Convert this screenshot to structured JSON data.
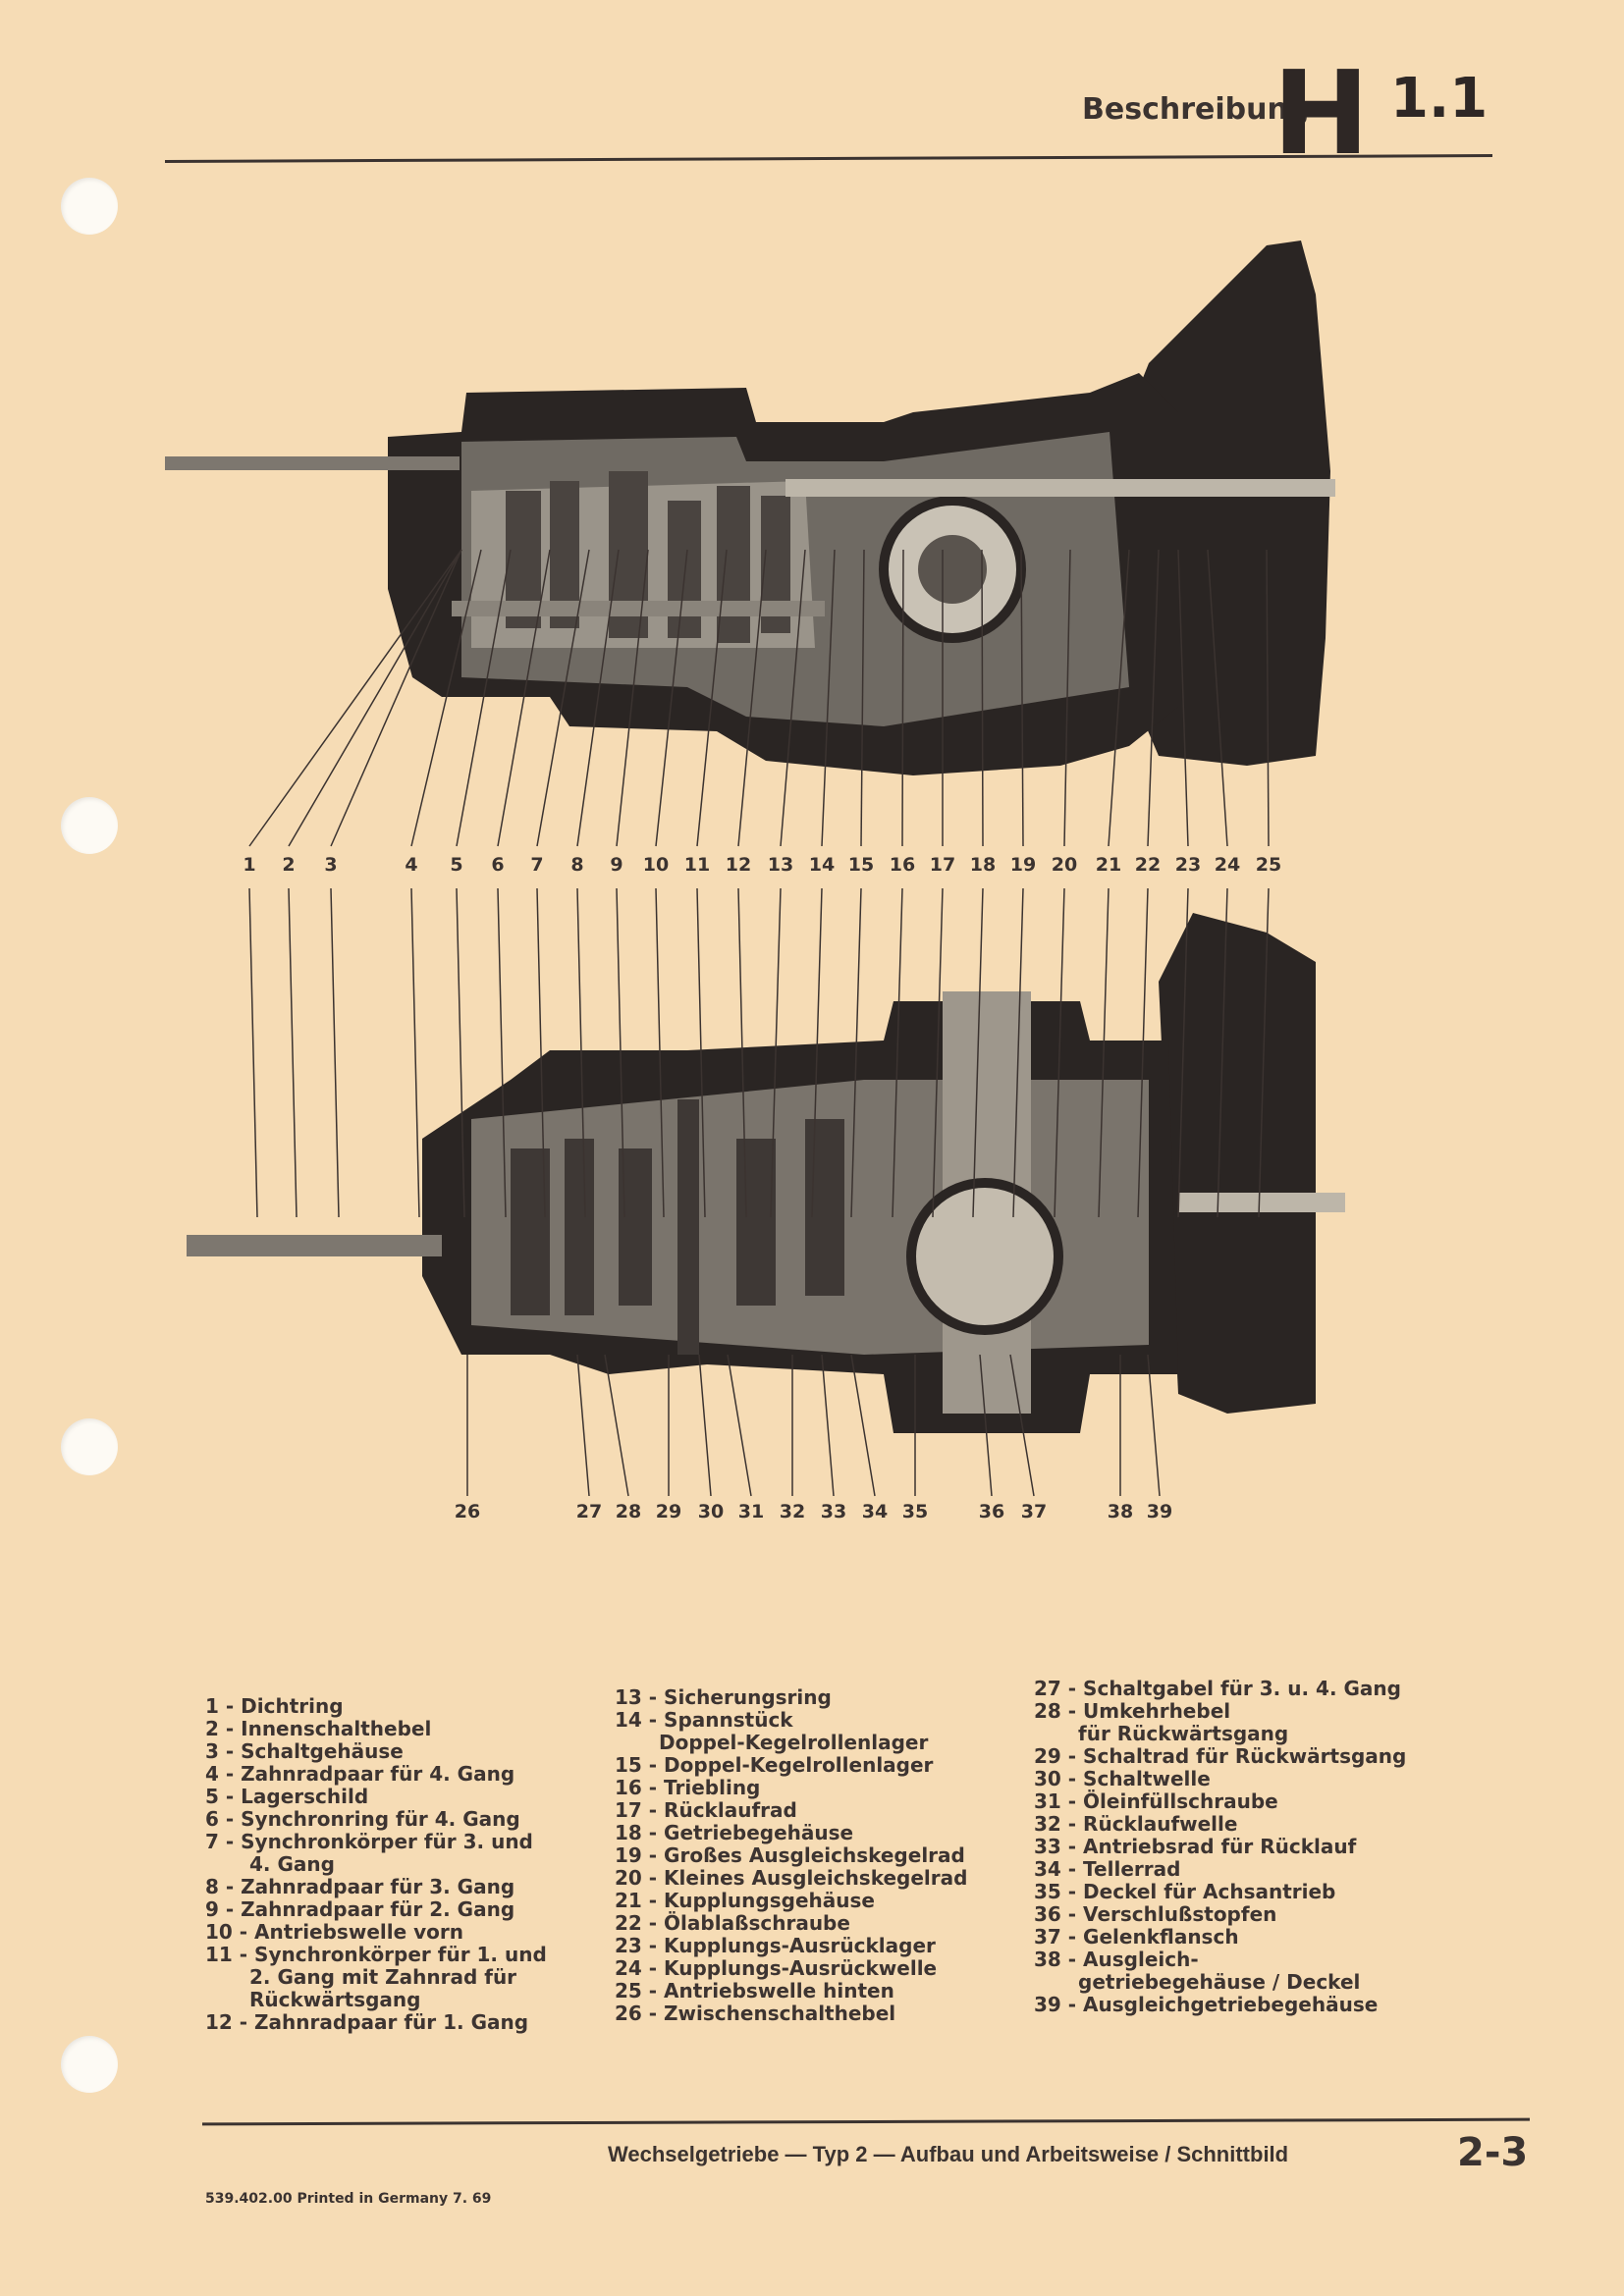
{
  "header": {
    "section": "Beschreibung",
    "letter": "H",
    "number": "1.1"
  },
  "diagram": {
    "callouts_top": [
      "1",
      "2",
      "3",
      "4",
      "5",
      "6",
      "7",
      "8",
      "9",
      "10",
      "11",
      "12",
      "13",
      "14",
      "15",
      "16",
      "17",
      "18",
      "19",
      "20",
      "21",
      "22",
      "23",
      "24",
      "25"
    ],
    "callouts_bottom": [
      "26",
      "27",
      "28",
      "29",
      "30",
      "31",
      "32",
      "33",
      "34",
      "35",
      "36",
      "37",
      "38",
      "39"
    ]
  },
  "legend": {
    "col1": [
      {
        "text": "1 - Dichtring"
      },
      {
        "text": "2 - Innenschalthebel"
      },
      {
        "text": "3 - Schaltgehäuse"
      },
      {
        "text": "4 - Zahnradpaar für 4. Gang"
      },
      {
        "text": "5 - Lagerschild"
      },
      {
        "text": "6 - Synchronring für 4. Gang"
      },
      {
        "text": "7 - Synchronkörper für 3. und",
        "cont": "4. Gang"
      },
      {
        "text": "8 - Zahnradpaar für 3. Gang"
      },
      {
        "text": "9 - Zahnradpaar für 2. Gang"
      },
      {
        "text": "10 - Antriebswelle vorn"
      },
      {
        "text": "11 - Synchronkörper für 1. und",
        "cont": "2. Gang mit Zahnrad für",
        "cont2": "Rückwärtsgang"
      },
      {
        "text": "12 - Zahnradpaar für 1. Gang"
      }
    ],
    "col2": [
      {
        "text": "13 - Sicherungsring"
      },
      {
        "text": "14 - Spannstück",
        "cont": "Doppel-Kegelrollenlager"
      },
      {
        "text": "15 - Doppel-Kegelrollenlager"
      },
      {
        "text": "16 - Triebling"
      },
      {
        "text": "17 - Rücklaufrad"
      },
      {
        "text": "18 - Getriebegehäuse"
      },
      {
        "text": "19 - Großes Ausgleichskegelrad"
      },
      {
        "text": "20 - Kleines Ausgleichskegelrad"
      },
      {
        "text": "21 - Kupplungsgehäuse"
      },
      {
        "text": "22 - Ölablaßschraube"
      },
      {
        "text": "23 - Kupplungs-Ausrücklager"
      },
      {
        "text": "24 - Kupplungs-Ausrückwelle"
      },
      {
        "text": "25 - Antriebswelle hinten"
      },
      {
        "text": "26 - Zwischenschalthebel"
      }
    ],
    "col3": [
      {
        "text": "27 - Schaltgabel für 3. u. 4. Gang"
      },
      {
        "text": "28 - Umkehrhebel",
        "cont": "für Rückwärtsgang"
      },
      {
        "text": "29 - Schaltrad für Rückwärtsgang"
      },
      {
        "text": "30 - Schaltwelle"
      },
      {
        "text": "31 - Öleinfüllschraube"
      },
      {
        "text": "32 - Rücklaufwelle"
      },
      {
        "text": "33 - Antriebsrad für Rücklauf"
      },
      {
        "text": "34 - Tellerrad"
      },
      {
        "text": "35 - Deckel für Achsantrieb"
      },
      {
        "text": "36 - Verschlußstopfen"
      },
      {
        "text": "37 - Gelenkflansch"
      },
      {
        "text": "38 - Ausgleich-",
        "cont": "getriebegehäuse / Deckel"
      },
      {
        "text": "39 - Ausgleichgetriebegehäuse"
      }
    ]
  },
  "footer": {
    "title": "Wechselgetriebe — Typ 2 — Aufbau und Arbeitsweise / Schnittbild",
    "page": "2-3",
    "printed": "539.402.00  Printed in Germany  7. 69"
  },
  "colors": {
    "paper": "#f6dcb5",
    "ink": "#3b3330",
    "metal_dark": "#2a2523",
    "metal_light": "#9a948a"
  }
}
